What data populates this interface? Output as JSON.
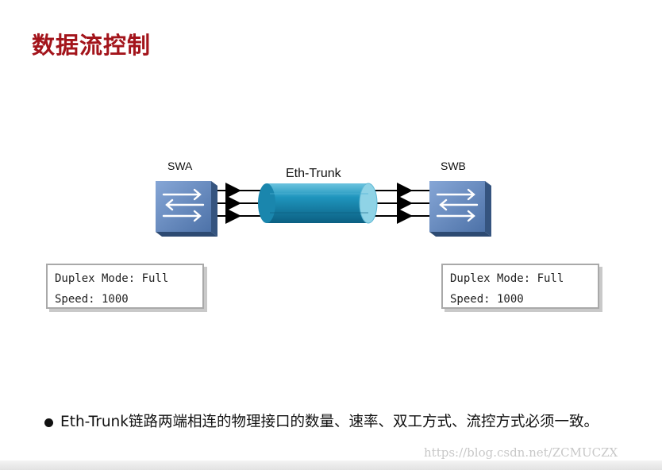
{
  "title": "数据流控制",
  "diagram": {
    "left_switch": {
      "name": "SWA",
      "config": [
        "Duplex Mode: Full",
        "Speed: 1000"
      ]
    },
    "right_switch": {
      "name": "SWB",
      "config": [
        "Duplex Mode: Full",
        "Speed: 1000"
      ]
    },
    "trunk_label": "Eth-Trunk",
    "link_count": 3
  },
  "bullet": {
    "text": "Eth-Trunk链路两端相连的物理接口的数量、速率、双工方式、流控方式必须一致。"
  },
  "watermark": "https://blog.csdn.net/ZCMUCZX",
  "colors": {
    "title": "#a3141b",
    "switch_face": "#5d82b6",
    "switch_dark": "#3e5f8d",
    "trunk": "#1e8fb5",
    "trunk_end": "#8fd3e6"
  }
}
